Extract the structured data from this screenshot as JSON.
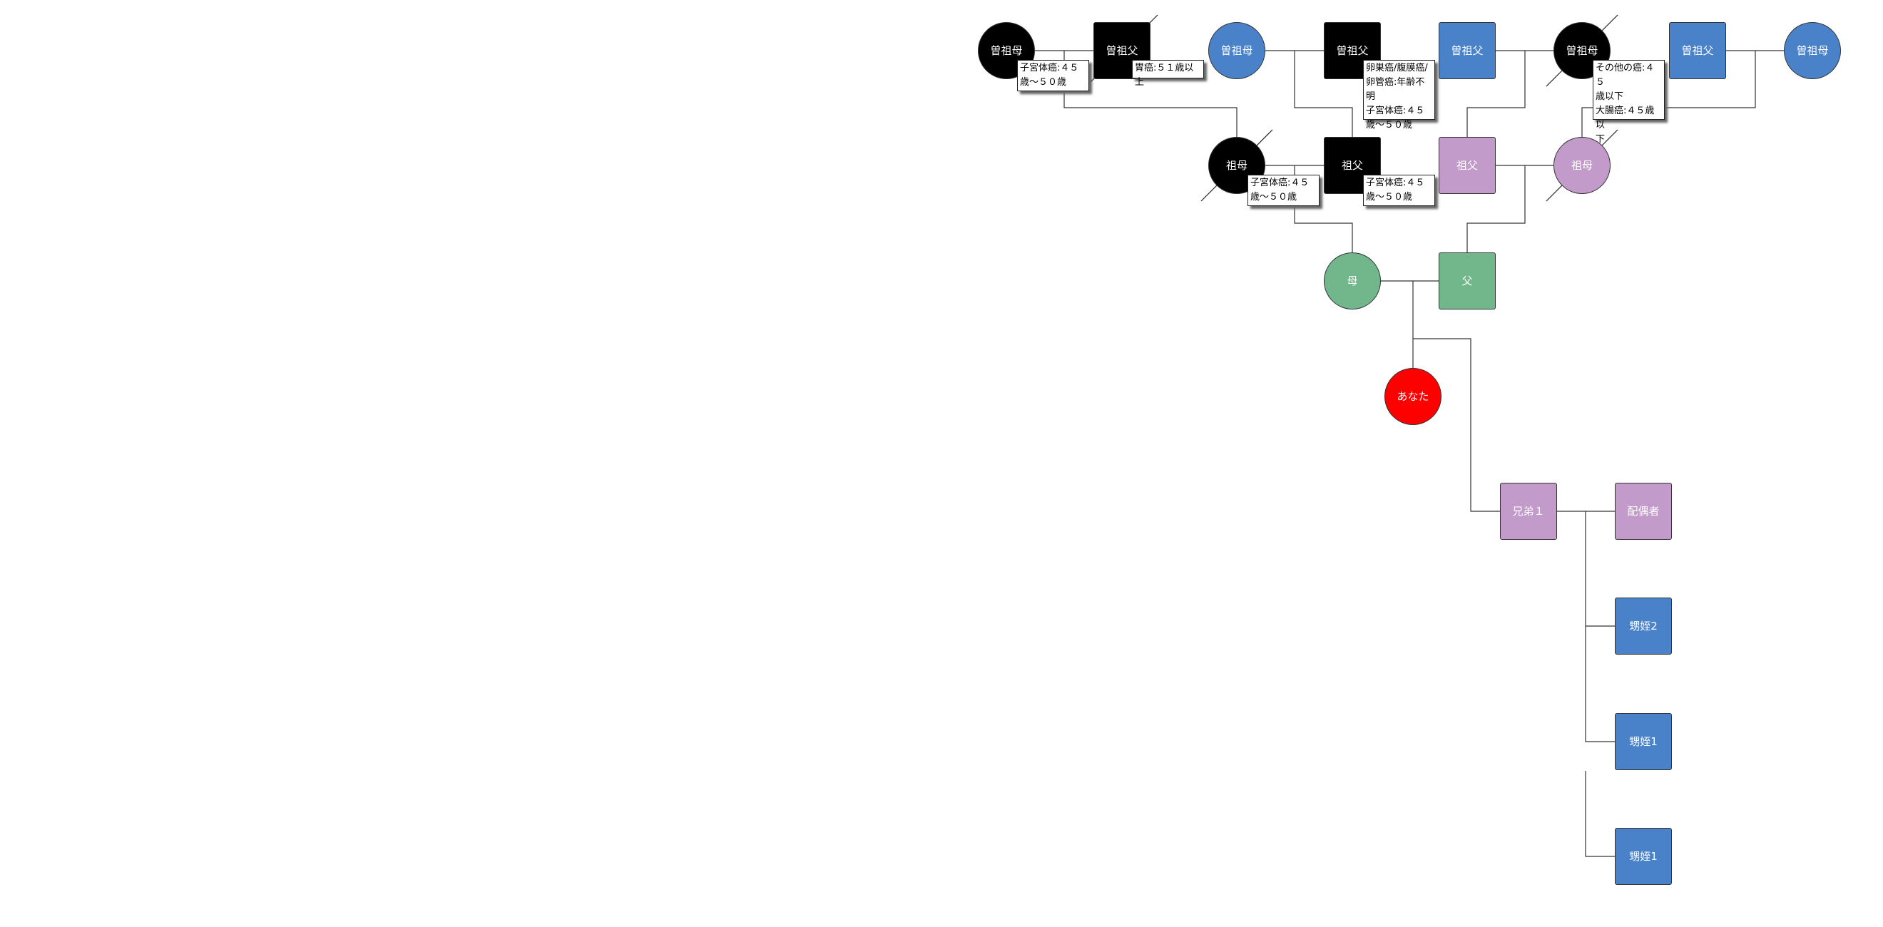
{
  "colors": {
    "affected": "#000000",
    "paternal_lineage": "#c39bcb",
    "blue": "#4a82c9",
    "green": "#72b78c",
    "self": "#ff0000",
    "line": "#333333"
  },
  "nodes": {
    "ggm1": {
      "label": "曽祖母",
      "sex": "female",
      "color": "#000000",
      "deceased": false
    },
    "ggf1": {
      "label": "曽祖父",
      "sex": "male",
      "color": "#000000",
      "deceased": true
    },
    "ggm2": {
      "label": "曽祖母",
      "sex": "female",
      "color": "#4a82c9",
      "deceased": false
    },
    "ggf2": {
      "label": "曽祖父",
      "sex": "male",
      "color": "#000000",
      "deceased": false
    },
    "ggf3": {
      "label": "曽祖父",
      "sex": "male",
      "color": "#4a82c9",
      "deceased": false
    },
    "ggm3": {
      "label": "曽祖母",
      "sex": "female",
      "color": "#000000",
      "deceased": true
    },
    "ggf4": {
      "label": "曽祖父",
      "sex": "male",
      "color": "#4a82c9",
      "deceased": false
    },
    "ggm4": {
      "label": "曽祖母",
      "sex": "female",
      "color": "#4a82c9",
      "deceased": false
    },
    "gm1": {
      "label": "祖母",
      "sex": "female",
      "color": "#000000",
      "deceased": true
    },
    "gf1": {
      "label": "祖父",
      "sex": "male",
      "color": "#000000",
      "deceased": false
    },
    "gf2": {
      "label": "祖父",
      "sex": "male",
      "color": "#c39bcb",
      "deceased": false
    },
    "gm2": {
      "label": "祖母",
      "sex": "female",
      "color": "#c39bcb",
      "deceased": true
    },
    "mother": {
      "label": "母",
      "sex": "female",
      "color": "#72b78c",
      "deceased": false
    },
    "father": {
      "label": "父",
      "sex": "male",
      "color": "#72b78c",
      "deceased": false
    },
    "self": {
      "label": "あなた",
      "sex": "female",
      "color": "#ff0000",
      "deceased": false
    },
    "sibling1": {
      "label": "兄弟１",
      "sex": "male",
      "color": "#c39bcb",
      "deceased": false
    },
    "spouse": {
      "label": "配偶者",
      "sex": "male",
      "color": "#c39bcb",
      "deceased": false
    },
    "nephew2": {
      "label": "甥姪2",
      "sex": "male",
      "color": "#4a82c9",
      "deceased": false
    },
    "nephew1a": {
      "label": "甥姪1",
      "sex": "male",
      "color": "#4a82c9",
      "deceased": false
    },
    "nephew1b": {
      "label": "甥姪1",
      "sex": "male",
      "color": "#4a82c9",
      "deceased": false
    }
  },
  "notes": {
    "ggm1": "子宮体癌:４５\n歳～５０歳",
    "ggf1": "胃癌:５１歳以上",
    "ggf2": "卵巣癌/腹膜癌/\n卵管癌:年齢不明\n子宮体癌:４５\n歳～５０歳",
    "ggm3": "その他の癌:４５\n歳以下\n大腸癌:４５歳以\n下",
    "gm1": "子宮体癌:４５\n歳～５０歳",
    "gf1": "子宮体癌:４５\n歳～５０歳"
  }
}
